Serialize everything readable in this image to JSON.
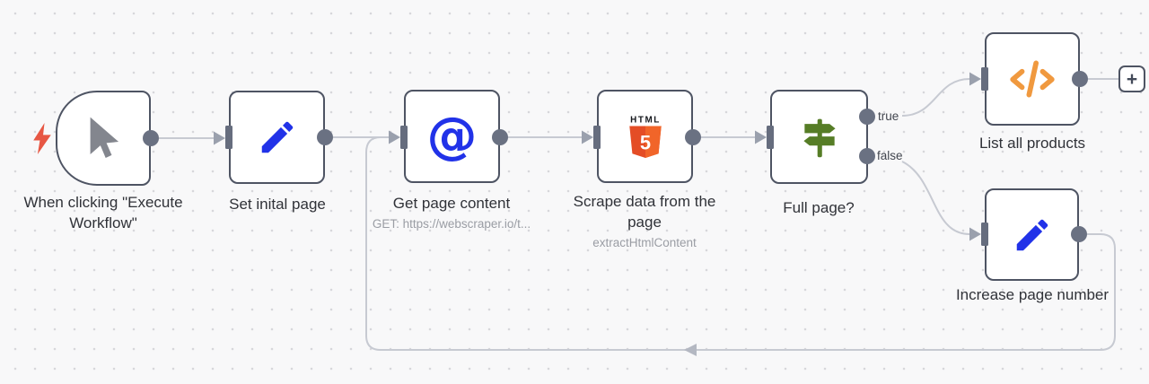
{
  "canvas": {
    "background": "#f8f8f9",
    "dot_color": "#d7d7db"
  },
  "colors": {
    "node_border": "#4e5463",
    "wire": "#c7cad2",
    "endpoint": "#6a7182",
    "accent_blue": "#2132e8",
    "accent_green": "#567d26",
    "accent_orange": "#f0993f",
    "html5_orange": "#e44d26",
    "html5_orange_light": "#f16529",
    "trigger_bolt": "#e75744"
  },
  "nodes": {
    "trigger": {
      "label": "When clicking \"Execute Workflow\"",
      "icon": "cursor-icon"
    },
    "set_initial_page": {
      "label": "Set inital page",
      "icon": "pencil-icon"
    },
    "get_page_content": {
      "label": "Get page content",
      "subtitle": "GET: https://webscraper.io/t...",
      "icon": "at-sign-icon"
    },
    "scrape_data": {
      "label": "Scrape data from the page",
      "subtitle": "extractHtmlContent",
      "icon": "html5-icon"
    },
    "full_page": {
      "label": "Full page?",
      "icon": "signpost-icon",
      "outputs": [
        {
          "label": "true"
        },
        {
          "label": "false"
        }
      ]
    },
    "list_all_products": {
      "label": "List all products",
      "icon": "code-icon"
    },
    "increase_page_number": {
      "label": "Increase page number",
      "icon": "pencil-icon"
    }
  },
  "add_node_button": {
    "label": "+"
  }
}
